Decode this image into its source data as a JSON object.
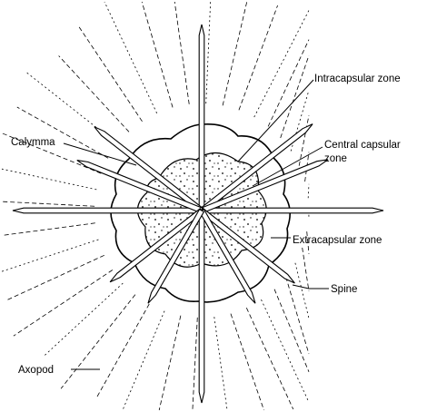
{
  "labels": {
    "intracapsular": "Intracapsular zone",
    "calymma": "Calymma",
    "central_line1": "Central capsular",
    "central_line2": "zone",
    "extracapsular": "Extracapsular zone",
    "spine": "Spine",
    "axopod": "Axopod"
  }
}
